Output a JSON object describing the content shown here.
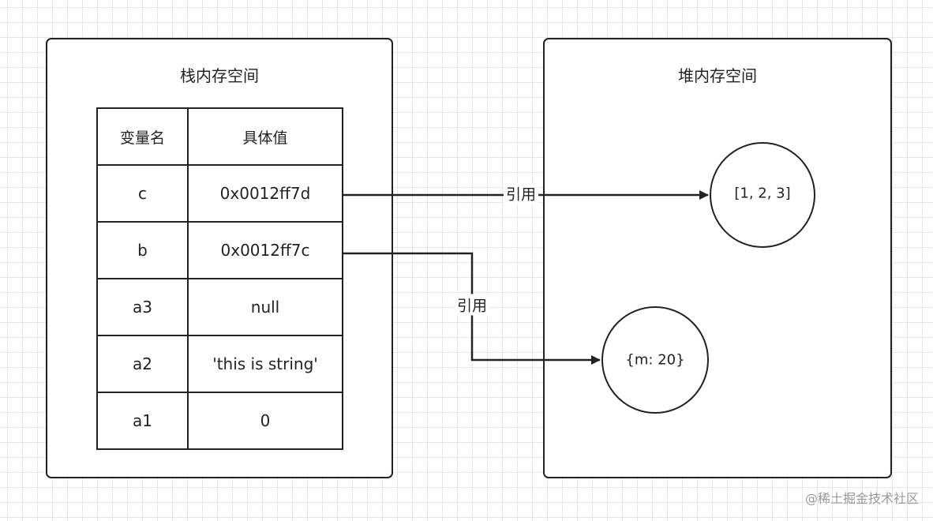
{
  "stack": {
    "title": "栈内存空间",
    "headers": {
      "name": "变量名",
      "value": "具体值"
    },
    "rows": [
      {
        "name": "c",
        "value": "0x0012ff7d"
      },
      {
        "name": "b",
        "value": "0x0012ff7c"
      },
      {
        "name": "a3",
        "value": "null"
      },
      {
        "name": "a2",
        "value": "'this is string'"
      },
      {
        "name": "a1",
        "value": "0"
      }
    ]
  },
  "heap": {
    "title": "堆内存空间",
    "objects": [
      {
        "label": "[1, 2, 3]"
      },
      {
        "label": "{m: 20}"
      }
    ]
  },
  "edges": [
    {
      "label": "引用",
      "from": "c",
      "to": "[1, 2, 3]"
    },
    {
      "label": "引用",
      "from": "b",
      "to": "{m: 20}"
    }
  ],
  "watermark": "@稀土掘金技术社区"
}
